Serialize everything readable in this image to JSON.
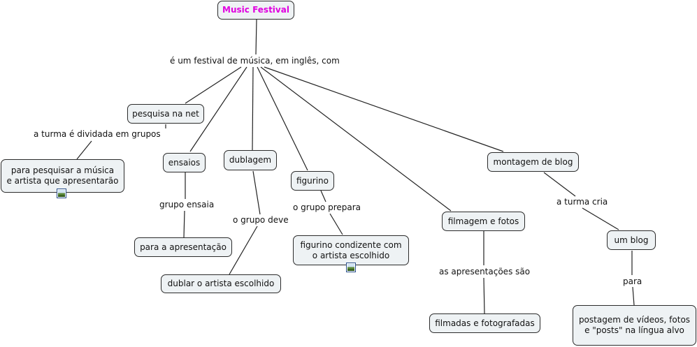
{
  "diagram": {
    "root": "Music Festival",
    "linking_phrase_main": "é um festival de música, em inglês, com",
    "nodes": {
      "pesquisa": "pesquisa na net",
      "pesquisa_target": "para pesquisar a música\ne artista que apresentarão",
      "ensaios": "ensaios",
      "ensaios_target": "para a apresentação",
      "dublagem": "dublagem",
      "dublagem_target": "dublar o artista escolhido",
      "figurino": "figurino",
      "figurino_target": "figurino condizente com\no artista escolhido",
      "filmagem": "filmagem e fotos",
      "filmagem_target": "filmadas e fotografadas",
      "blog": "montagem de blog",
      "blog_mid": "um blog",
      "blog_target": "postagem de vídeos, fotos\ne \"posts\" na língua alvo"
    },
    "linking_phrases": {
      "pesquisa": "a turma é dividada em grupos",
      "ensaios": "grupo ensaia",
      "dublagem": "o grupo deve",
      "figurino": "o grupo prepara",
      "filmagem": "as apresentações são",
      "blog": "a turma cria",
      "blog_mid": "para"
    },
    "icons": [
      "image-resource-icon",
      "image-resource-icon"
    ]
  }
}
